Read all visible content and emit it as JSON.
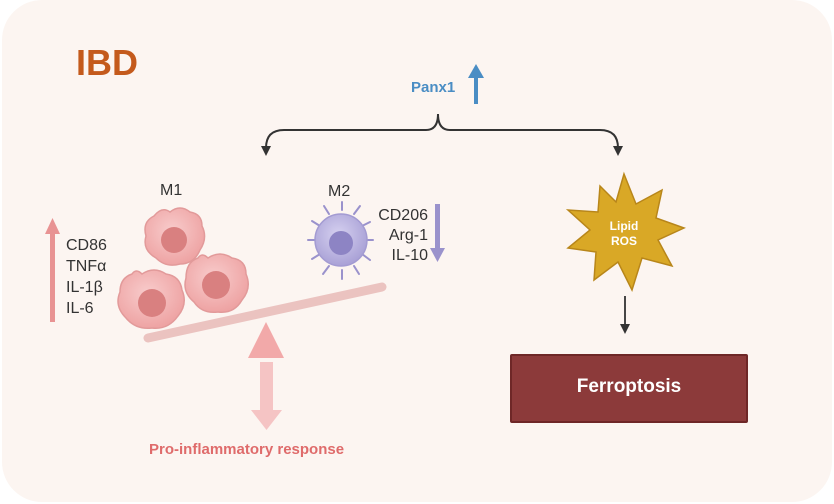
{
  "title": "IBD",
  "panx": "Panx1",
  "m1_label": "M1",
  "m2_label": "M2",
  "m1_markers": [
    "CD86",
    "TNFα",
    "IL-1β",
    "IL-6"
  ],
  "m2_markers": [
    "CD206",
    "Arg-1",
    "IL-10"
  ],
  "ros_line1": "Lipid",
  "ros_line2": "ROS",
  "ferroptosis": "Ferroptosis",
  "response": "Pro-inflammatory response",
  "colors": {
    "title": "#c45a1c",
    "panx": "#4a8dc4",
    "m1_cell": "#f2b6b6",
    "m2_cell": "#b9b2de",
    "ros_star": "#d9a826",
    "ferroptosis_box": "#8c3a3a",
    "response": "#df6b6b"
  }
}
